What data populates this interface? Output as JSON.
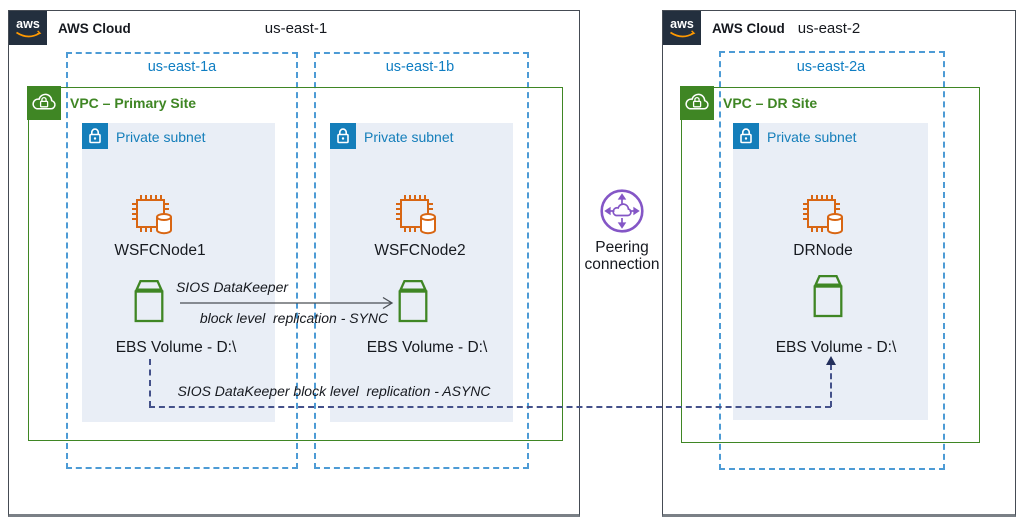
{
  "clouds": {
    "primary": {
      "title": "AWS Cloud",
      "region": "us-east-1",
      "azs": [
        "us-east-1a",
        "us-east-1b"
      ],
      "vpc": "VPC – Primary Site",
      "subnets": [
        {
          "label": "Private subnet",
          "node": "WSFCNode1",
          "volume": "EBS Volume - D:\\"
        },
        {
          "label": "Private subnet",
          "node": "WSFCNode2",
          "volume": "EBS Volume - D:\\"
        }
      ]
    },
    "dr": {
      "title": "AWS Cloud",
      "region": "us-east-2",
      "azs": [
        "us-east-2a"
      ],
      "vpc": "VPC – DR Site",
      "subnets": [
        {
          "label": "Private subnet",
          "node": "DRNode",
          "volume": "EBS Volume - D:\\"
        }
      ]
    }
  },
  "replication": {
    "sync_title": "SIOS DataKeeper",
    "sync_detail": "block level  replication - SYNC",
    "async_label": "SIOS DataKeeper block level  replication - ASYNC"
  },
  "peering": {
    "line1": "Peering",
    "line2": "connection"
  },
  "icons": {
    "aws_logo_text": "aws",
    "aws_logo": "aws-smile-logo",
    "vpc": "cloud-lock-icon",
    "private_subnet": "lock-icon",
    "node": "ec2-instance-with-volume-icon",
    "volume": "ebs-volume-icon",
    "peering": "peering-connection-icon"
  },
  "colors": {
    "vpc_green": "#3F8624",
    "ec2_orange": "#D86613",
    "subnet_blue": "#147EBA",
    "az_dash_blue": "#4D9BD5",
    "az_text_blue": "#0E7DC2",
    "async_navy": "#44518A",
    "peering_purple": "#8456C6",
    "aws_dark": "#232F3E",
    "aws_orange": "#FF9900",
    "subnet_bg": "#E9EEF6",
    "text_dark": "#16191F"
  }
}
